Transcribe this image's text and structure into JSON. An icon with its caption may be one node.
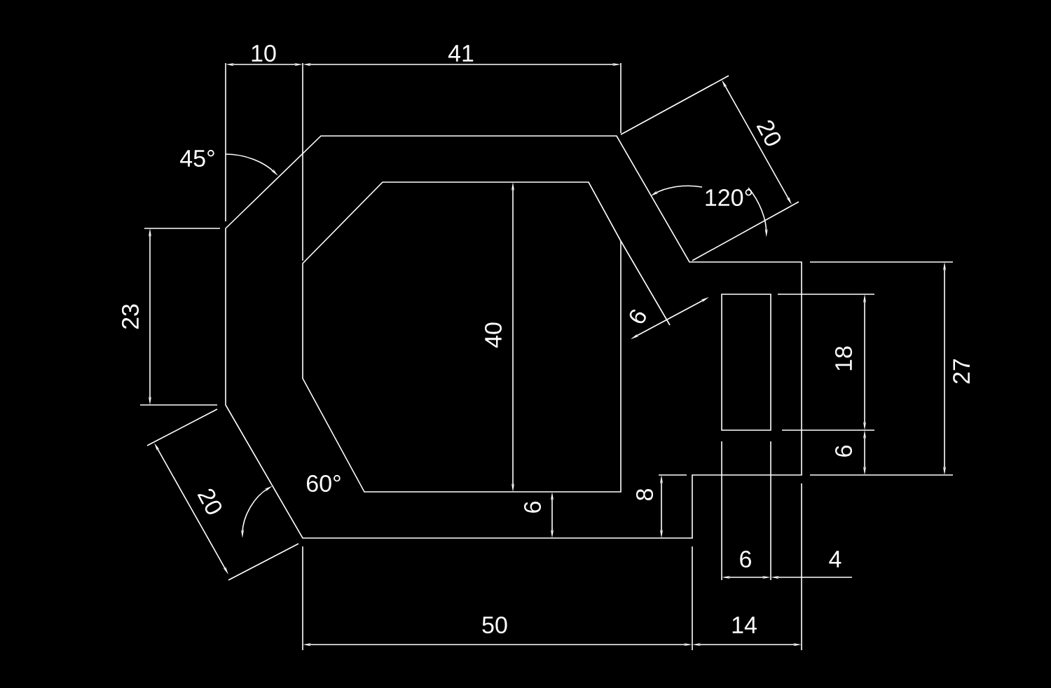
{
  "diagram": {
    "labels": [
      "10",
      "41",
      "45°",
      "20",
      "120°",
      "23",
      "40",
      "6",
      "18",
      "27",
      "20",
      "60°",
      "6",
      "6",
      "8",
      "6",
      "4",
      "50",
      "14"
    ]
  }
}
